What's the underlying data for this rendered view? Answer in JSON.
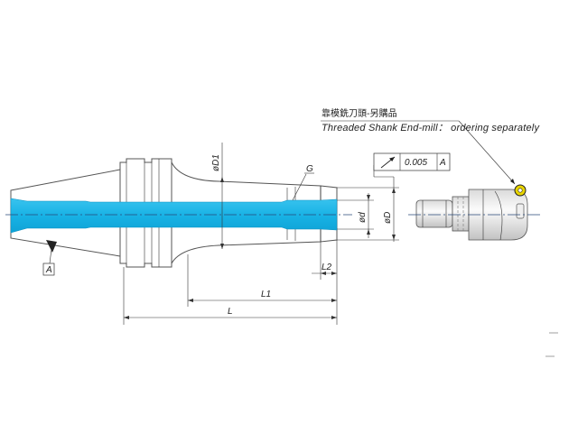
{
  "note": {
    "chinese": "靠模銑刀頭-另購品",
    "english": "Threaded Shank End-mill： ordering separately"
  },
  "labels": {
    "datum_a": "A",
    "datum_ref": "A",
    "g": "G",
    "d1": "øD1",
    "d": "ød",
    "D": "øD",
    "l1": "L1",
    "l2": "L2",
    "l": "L",
    "tolerance": "0.005"
  },
  "colors": {
    "bore": "#17b4e6",
    "body_light": "#f4f4f4",
    "body_dark": "#c9c9c9",
    "outline": "#555555",
    "insert": "#e8d400"
  },
  "icons": {
    "runout_symbol": "runout-arrow-icon",
    "datum_triangle": "datum-triangle-icon"
  }
}
